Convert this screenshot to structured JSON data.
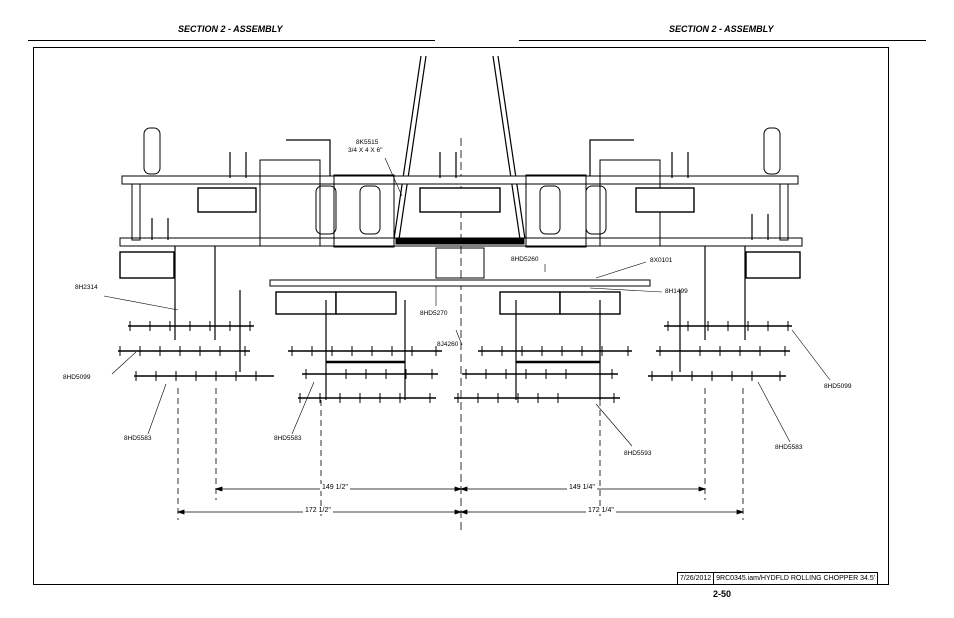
{
  "header": {
    "left_section": "SECTION 2 - ASSEMBLY",
    "right_section": "SECTION 2 - ASSEMBLY"
  },
  "callouts": {
    "bolt_part": "8K5515",
    "bolt_size": "3/4 X 4 X 6\"",
    "left_hitch": "8H2314",
    "center_left_a": "8HD5260",
    "center_right_a": "8X0101",
    "center_right_b": "8H1499",
    "center_left_b": "8HD5270",
    "center_small": "8J4260",
    "left_gang": "8HD5099",
    "right_gang": "8HD5099",
    "left_outer_chopper": "8HD5583",
    "left_inner_chopper": "8HD5583",
    "right_inner_chopper": "8HD5593",
    "right_outer_chopper": "8HD5583"
  },
  "dimensions": {
    "inner_left": "149 1/2\"",
    "inner_right": "149 1/4\"",
    "outer_left": "172 1/2\"",
    "outer_right": "172 1/4\""
  },
  "title_block": {
    "date": "7/26/2012",
    "file": "9RC0345.iam/HYDFLD ROLLING CHOPPER 34.5'"
  },
  "page_number": "2-50"
}
